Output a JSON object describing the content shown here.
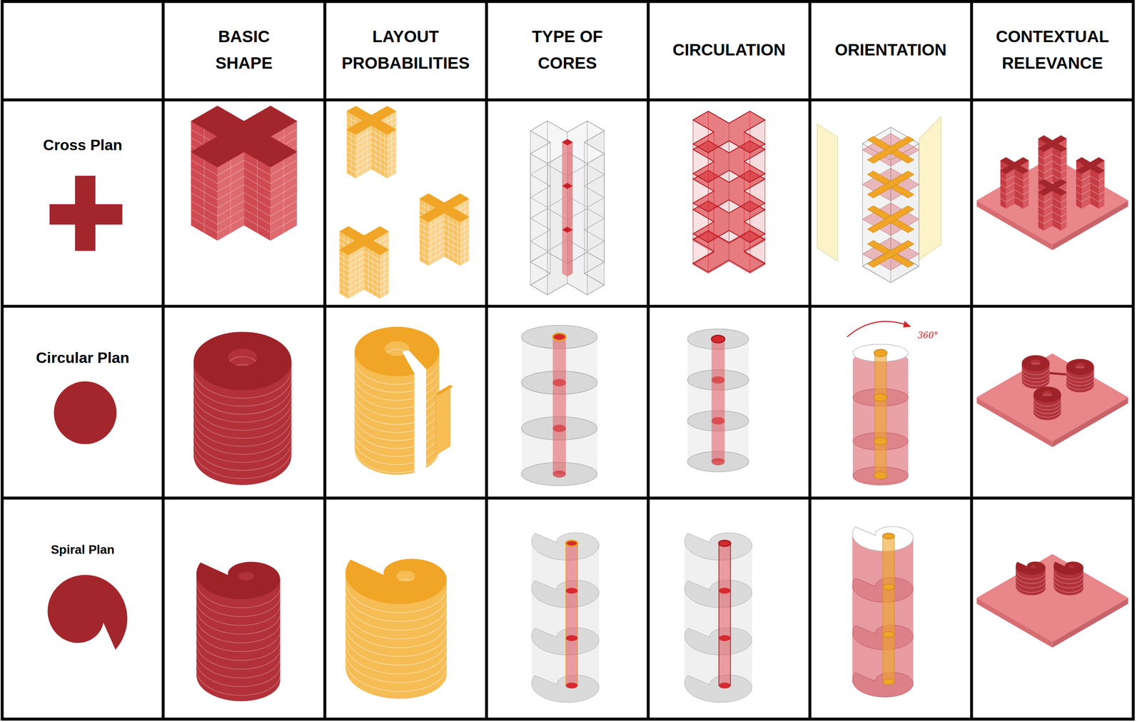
{
  "diagram": {
    "labels": [
      "BASIC SHAPE",
      "LAYOUT PROBABILITIES",
      "TYPE OF CORES",
      "CIRCULATION",
      "ORIENTATION",
      "CONTEXTUAL RELEVANCE",
      "Cross Plan",
      "Circular Plan",
      "Spiral Plan",
      "360°"
    ]
  }
}
